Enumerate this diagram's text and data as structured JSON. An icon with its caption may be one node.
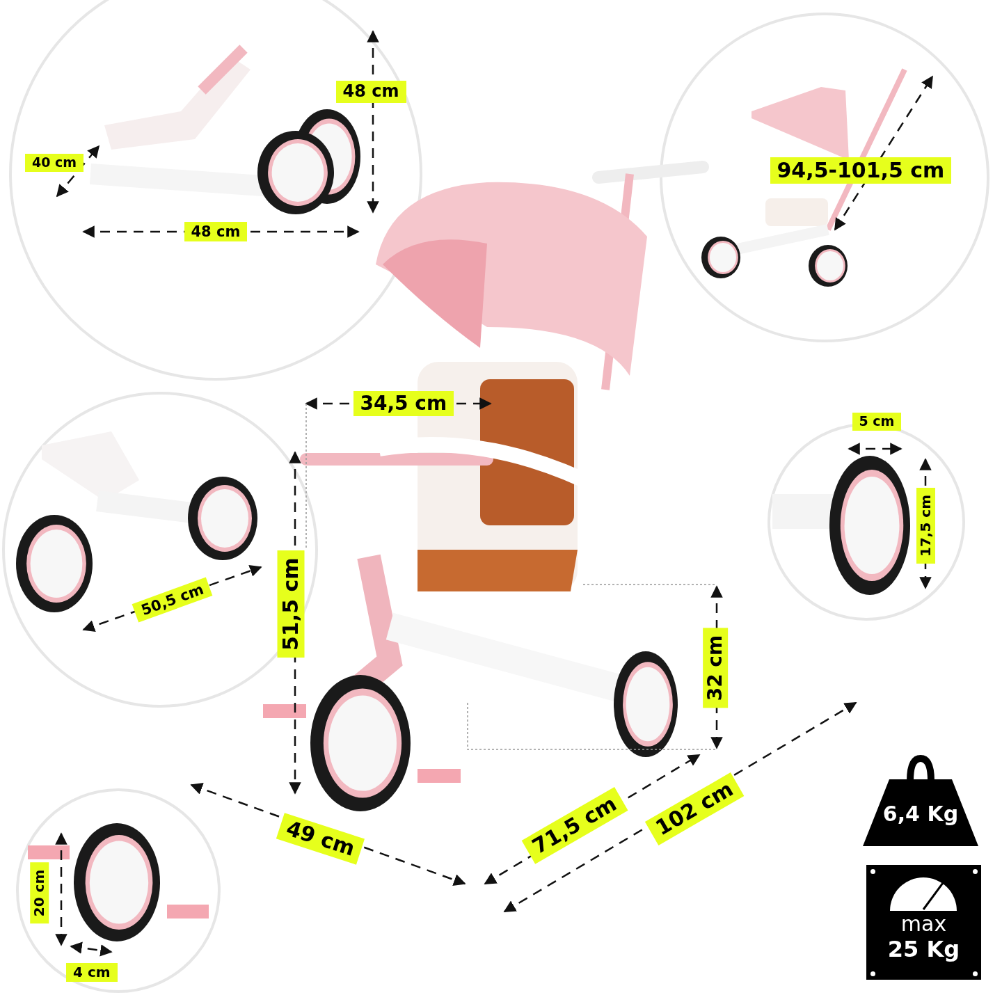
{
  "diagram": {
    "nodes": [
      {
        "text": [
          "6,4 Kg"
        ]
      },
      {
        "text": [
          "max",
          "25 Kg"
        ]
      }
    ],
    "labels": [
      "48 cm",
      "40 cm",
      "48 cm",
      "94,5-101,5 cm",
      "34,5 cm",
      "5 cm",
      "17,5 cm",
      "51,5 cm",
      "50,5 cm",
      "32 cm",
      "102 cm",
      "71,5 cm",
      "49 cm",
      "20 cm",
      "4 cm"
    ]
  }
}
